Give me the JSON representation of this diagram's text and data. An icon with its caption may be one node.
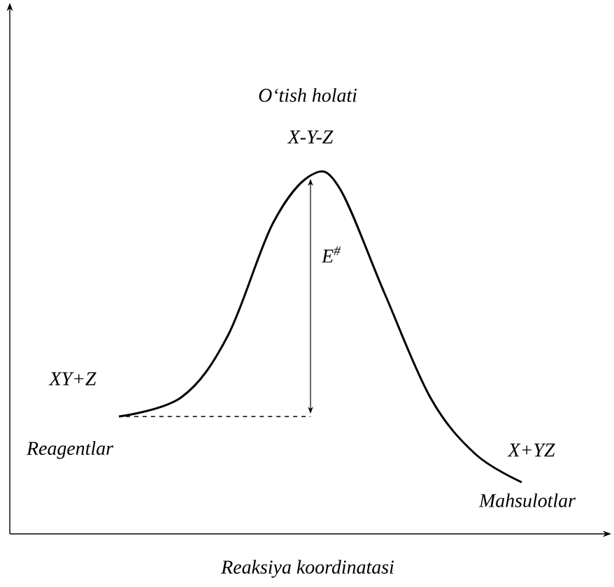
{
  "diagram": {
    "labels": [
      "O‘tish holati",
      "X-Y-Z",
      "E$^{#}$",
      "XY+Z",
      "Reagentlar",
      "X+YZ",
      "Mahsulotlar",
      "Reaksiya koordinatasi"
    ]
  }
}
